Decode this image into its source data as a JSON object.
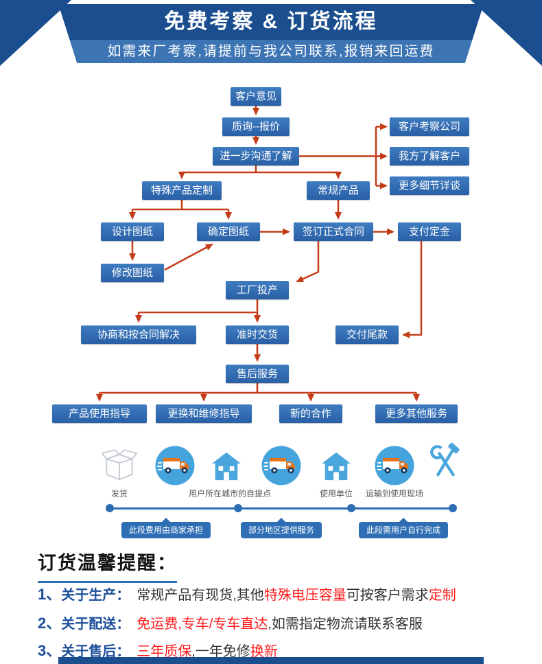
{
  "banner": {
    "title": "免费考察 & 订货流程",
    "subtitle": "如需来厂考察,请提前与我公司联系,报销来回运费"
  },
  "flowchart": {
    "nodes": {
      "customer_feedback": "客户意见",
      "inquiry_quote": "质询--报价",
      "further_communication": "进一步沟通了解",
      "customer_visit": "客户考察公司",
      "understand_customer": "我方了解客户",
      "more_details": "更多细节详谈",
      "custom_product": "特殊产品定制",
      "regular_product": "常规产品",
      "design_drawing": "设计图纸",
      "confirm_drawing": "确定图纸",
      "sign_contract": "签订正式合同",
      "pay_deposit": "支付定金",
      "modify_drawing": "修改图纸",
      "factory_production": "工厂投产",
      "negotiate_resolve": "协商和按合同解决",
      "ontime_delivery": "准时交货",
      "pay_balance": "交付尾款",
      "aftersales_service": "售后服务",
      "usage_guide": "产品使用指导",
      "repair_guide": "更换和维修指导",
      "new_cooperation": "新的合作",
      "more_services": "更多其他服务"
    },
    "edges": [
      [
        "客户意见",
        "质询--报价"
      ],
      [
        "质询--报价",
        "进一步沟通了解"
      ],
      [
        "进一步沟通了解",
        "客户考察公司"
      ],
      [
        "进一步沟通了解",
        "我方了解客户"
      ],
      [
        "进一步沟通了解",
        "更多细节详谈"
      ],
      [
        "进一步沟通了解",
        "特殊产品定制"
      ],
      [
        "进一步沟通了解",
        "常规产品"
      ],
      [
        "特殊产品定制",
        "设计图纸"
      ],
      [
        "特殊产品定制",
        "确定图纸"
      ],
      [
        "设计图纸",
        "修改图纸"
      ],
      [
        "修改图纸",
        "确定图纸"
      ],
      [
        "确定图纸",
        "签订正式合同"
      ],
      [
        "常规产品",
        "签订正式合同"
      ],
      [
        "签订正式合同",
        "支付定金"
      ],
      [
        "签订正式合同",
        "工厂投产"
      ],
      [
        "支付定金",
        "交付尾款"
      ],
      [
        "工厂投产",
        "协商和按合同解决"
      ],
      [
        "工厂投产",
        "准时交货"
      ],
      [
        "准时交货",
        "售后服务"
      ],
      [
        "售后服务",
        "产品使用指导"
      ],
      [
        "售后服务",
        "更换和维修指导"
      ],
      [
        "售后服务",
        "新的合作"
      ],
      [
        "售后服务",
        "更多其他服务"
      ]
    ]
  },
  "logistics": {
    "ship_label": "发货",
    "pickup_label": "用户所在城市的自提点",
    "unit_label": "使用单位",
    "transport_label": "运输到使用现场",
    "segment1": "此段费用由商家承担",
    "segment2": "部分地区提供服务",
    "segment3": "此段需用户自行完成",
    "icons": [
      "carton-box-icon",
      "delivery-truck-icon",
      "pickup-house-icon",
      "delivery-truck-icon",
      "unit-house-icon",
      "delivery-truck-icon",
      "service-tools-icon"
    ]
  },
  "reminder": {
    "heading": "订货温馨提醒：",
    "item1": {
      "num": "1、",
      "topic": "关于生产：",
      "t1": "常规产品有现货,其他",
      "r1": "特殊电压容量",
      "t2": "可按客户需求",
      "r2": "定制"
    },
    "item2": {
      "num": "2、",
      "topic": "关于配送：",
      "r1": "免运费,专车/专车直达",
      "t1": ",如需指定物流请联系客服"
    },
    "item3": {
      "num": "3、",
      "topic": "关于售后：",
      "r1": "三年质保",
      "t1": ",一年免修",
      "r2": "换新"
    }
  },
  "colors": {
    "ribbon_dark_blue": "#1b4e8e",
    "ribbon_light_blue": "#3c74b4",
    "node_blue": "#2e6cb3",
    "arrow_red": "#c43b17",
    "icon_blue": "#45a4dc",
    "truck_orange": "#e8731a",
    "highlight_red": "#ff1a1a",
    "note_blue": "#1d4f9a"
  }
}
